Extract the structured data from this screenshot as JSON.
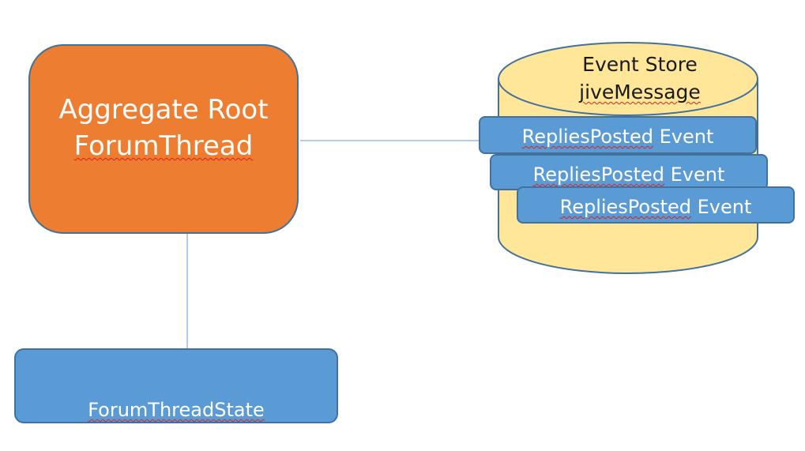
{
  "aggregate": {
    "title_line1": "Aggregate Root",
    "title_line2": "ForumThread",
    "fill_color": "#ed7d31"
  },
  "state": {
    "label": "ForumThreadState",
    "fill_color": "#5b9bd5"
  },
  "event_store": {
    "title": "Event Store",
    "subtitle": "jiveMessage",
    "fill_color": "#ffe699"
  },
  "events": [
    {
      "label": "RepliesPosted",
      "suffix": " Event"
    },
    {
      "label": "RepliesPosted",
      "suffix": " Event"
    },
    {
      "label": "RepliesPosted",
      "suffix": " Event"
    }
  ],
  "colors": {
    "box_border": "#41719c",
    "connector": "#5b9bd5",
    "spell_underline": "#e0201a"
  }
}
